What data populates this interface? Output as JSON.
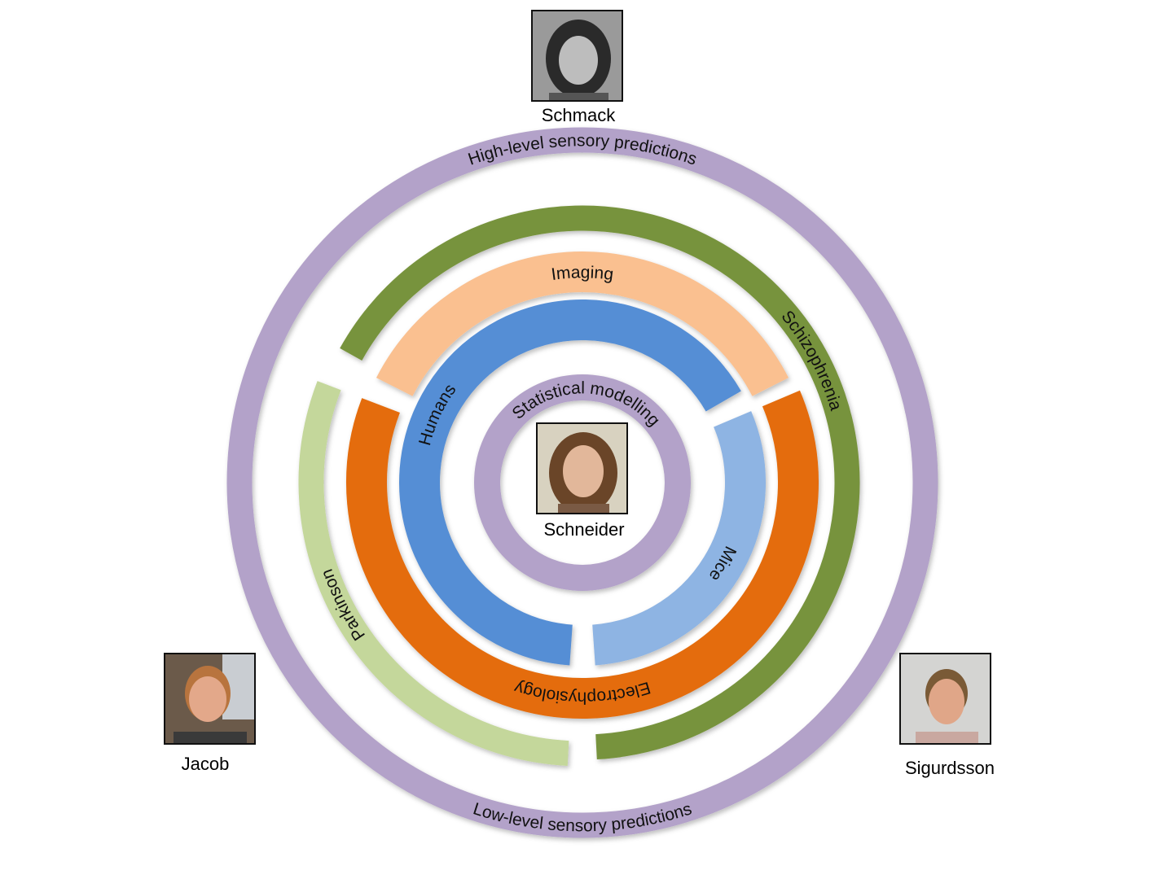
{
  "people": {
    "schmack": "Schmack",
    "schneider": "Schneider",
    "jacob": "Jacob",
    "sigurdsson": "Sigurdsson"
  },
  "rings": {
    "high_level": "High-level sensory predictions",
    "low_level": "Low-level sensory predictions",
    "schizophrenia": "Schizophrenia",
    "parkinson": "Parkinson",
    "imaging": "Imaging",
    "electrophysiology": "Electrophysiology",
    "humans": "Humans",
    "mice": "Mice",
    "statistical_modelling": "Statistical modelling"
  },
  "colors": {
    "purple": "#b3a2c9",
    "dark_green": "#77933c",
    "light_green": "#c4d79b",
    "peach": "#fac090",
    "orange": "#e46c0a",
    "blue": "#558ed5",
    "light_blue": "#8eb4e3"
  }
}
